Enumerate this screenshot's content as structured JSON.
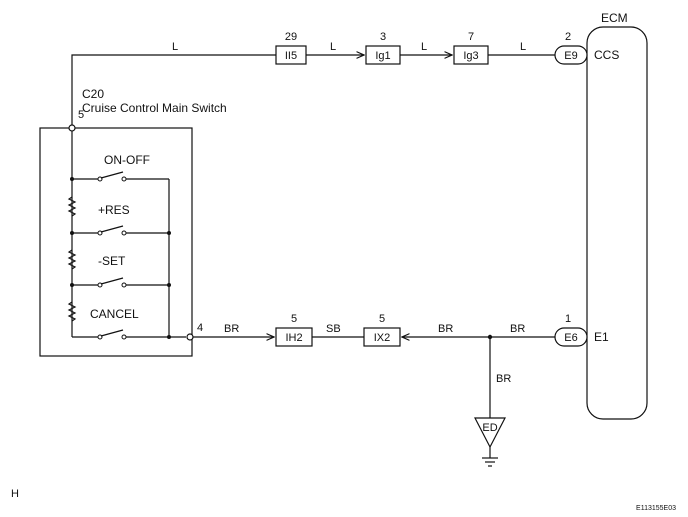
{
  "ecm": {
    "title": "ECM",
    "pin_ccs": "CCS",
    "pin_e1": "E1"
  },
  "switch": {
    "code": "C20",
    "name": "Cruise Control Main Switch",
    "pin_top": "5",
    "pin_bottom": "4",
    "items": [
      "ON-OFF",
      "+RES",
      "-SET",
      "CANCEL"
    ]
  },
  "top_wire": {
    "wire_labels": [
      "L",
      "L",
      "L",
      "L"
    ],
    "connectors": [
      {
        "pin": "29",
        "name": "II5"
      },
      {
        "pin": "3",
        "name": "Ig1"
      },
      {
        "pin": "7",
        "name": "Ig3"
      }
    ],
    "ecm_pin": "2",
    "ecm_conn": "E9"
  },
  "bottom_wire": {
    "wire_labels": [
      "BR",
      "SB",
      "BR",
      "BR"
    ],
    "connectors": [
      {
        "pin": "5",
        "name": "IH2"
      },
      {
        "pin": "5",
        "name": "IX2"
      }
    ],
    "ecm_pin": "1",
    "ecm_conn": "E6"
  },
  "ground": {
    "wire_label": "BR",
    "name": "ED"
  },
  "footer": {
    "left": "H",
    "right": "E113155E03"
  }
}
